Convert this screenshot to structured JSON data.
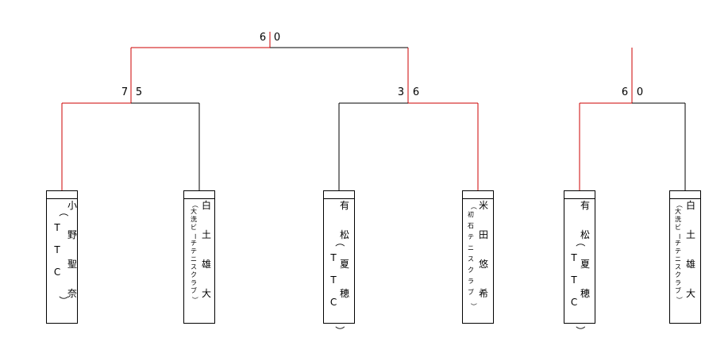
{
  "colors": {
    "winner_line": "#cc0000",
    "line": "#000000"
  },
  "matches": [
    {
      "id": "final",
      "score_left": "6",
      "score_right": "0",
      "winner_side": "left"
    },
    {
      "id": "semi-left",
      "score_left": "7",
      "score_right": "5",
      "winner_side": "left"
    },
    {
      "id": "semi-right",
      "score_left": "3",
      "score_right": "6",
      "winner_side": "right"
    },
    {
      "id": "other",
      "score_left": "6",
      "score_right": "0",
      "winner_side": "left"
    }
  ],
  "players": [
    {
      "name": "小野聖奈",
      "club": "（TTC）",
      "club_size": "large",
      "club_side": "left"
    },
    {
      "name": "白土雄大",
      "club": "（大洗ビーチテニスクラブ）",
      "club_size": "small",
      "club_side": "left"
    },
    {
      "name": "有松夏穂",
      "club": "（TTC）",
      "club_size": "large",
      "club_side": "left"
    },
    {
      "name": "米田悠希",
      "club": "（初石テニスクラブ）",
      "club_size": "small",
      "club_side": "left"
    },
    {
      "name": "有松夏穂",
      "club": "（TTC）",
      "club_size": "large",
      "club_side": "left"
    },
    {
      "name": "白土雄大",
      "club": "（大洗ビーチテニスクラブ）",
      "club_size": "small",
      "club_side": "left"
    }
  ]
}
